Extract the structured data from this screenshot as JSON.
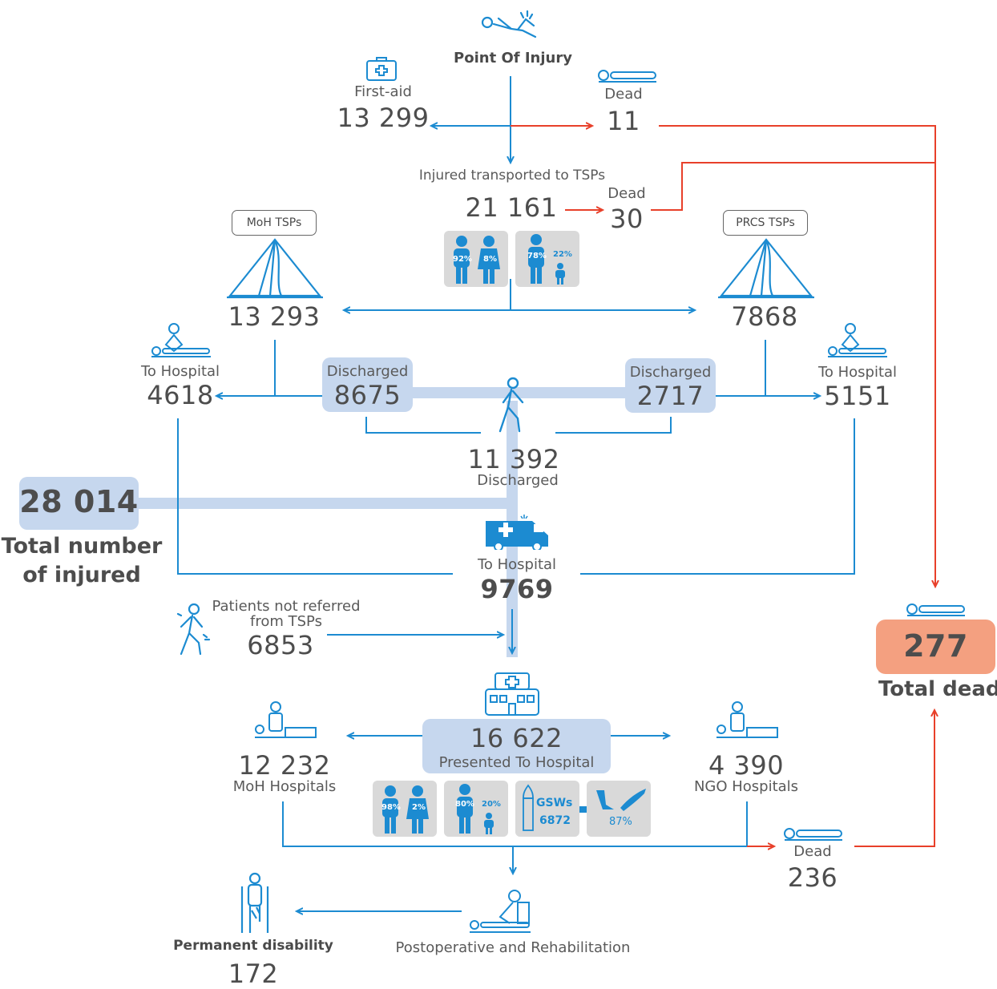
{
  "nodes": {
    "point_of_injury": "Point Of Injury",
    "first_aid": {
      "label": "First-aid",
      "value": "13 299"
    },
    "dead_poi": {
      "label": "Dead",
      "value": "11"
    },
    "transported": {
      "label": "Injured transported to TSPs",
      "value": "21 161"
    },
    "dead_tsp": {
      "label": "Dead",
      "value": "30"
    },
    "moh_tsps": {
      "tag": "MoH TSPs",
      "value": "13 293"
    },
    "prcs_tsps": {
      "tag": "PRCS TSPs",
      "value": "7868"
    },
    "moh_to_hospital": {
      "label": "To Hospital",
      "value": "4618"
    },
    "moh_discharged": {
      "label": "Discharged",
      "value": "8675"
    },
    "prcs_discharged": {
      "label": "Discharged",
      "value": "2717"
    },
    "prcs_to_hospital": {
      "label": "To Hospital",
      "value": "5151"
    },
    "total_discharged": {
      "value": "11 392",
      "label": "Discharged"
    },
    "total_injured": {
      "value": "28 014",
      "label_line1": "Total number",
      "label_line2": "of injured"
    },
    "to_hospital_total": {
      "label": "To Hospital",
      "value": "9769"
    },
    "not_referred": {
      "label_line1": "Patients not referred",
      "label_line2": "from TSPs",
      "value": "6853"
    },
    "presented": {
      "value": "16 622",
      "label": "Presented To Hospital"
    },
    "moh_hospitals": {
      "value": "12 232",
      "label": "MoH Hospitals"
    },
    "ngo_hospitals": {
      "value": "4 390",
      "label": "NGO Hospitals"
    },
    "dead_hospital": {
      "label": "Dead",
      "value": "236"
    },
    "total_dead": {
      "value": "277",
      "label": "Total dead"
    },
    "rehab": "Postoperative and Rehabilitation",
    "disability": {
      "label": "Permanent disability",
      "value": "172"
    }
  },
  "tsp_stats": {
    "male_pct": "92%",
    "female_pct": "8%",
    "adult_pct": "78%",
    "child_pct": "22%"
  },
  "hospital_stats": {
    "male_pct": "98%",
    "female_pct": "2%",
    "adult_pct": "80%",
    "child_pct": "20%",
    "gsw_label": "GSWs",
    "gsw_value": "6872",
    "limb_pct": "87%"
  },
  "colors": {
    "blue": "#1c8bd1",
    "red": "#e8402a",
    "pale_blue": "#c6d7ee",
    "salmon": "#f4a080",
    "gray_box": "#d9d9d9",
    "text": "#4d4d4d"
  }
}
